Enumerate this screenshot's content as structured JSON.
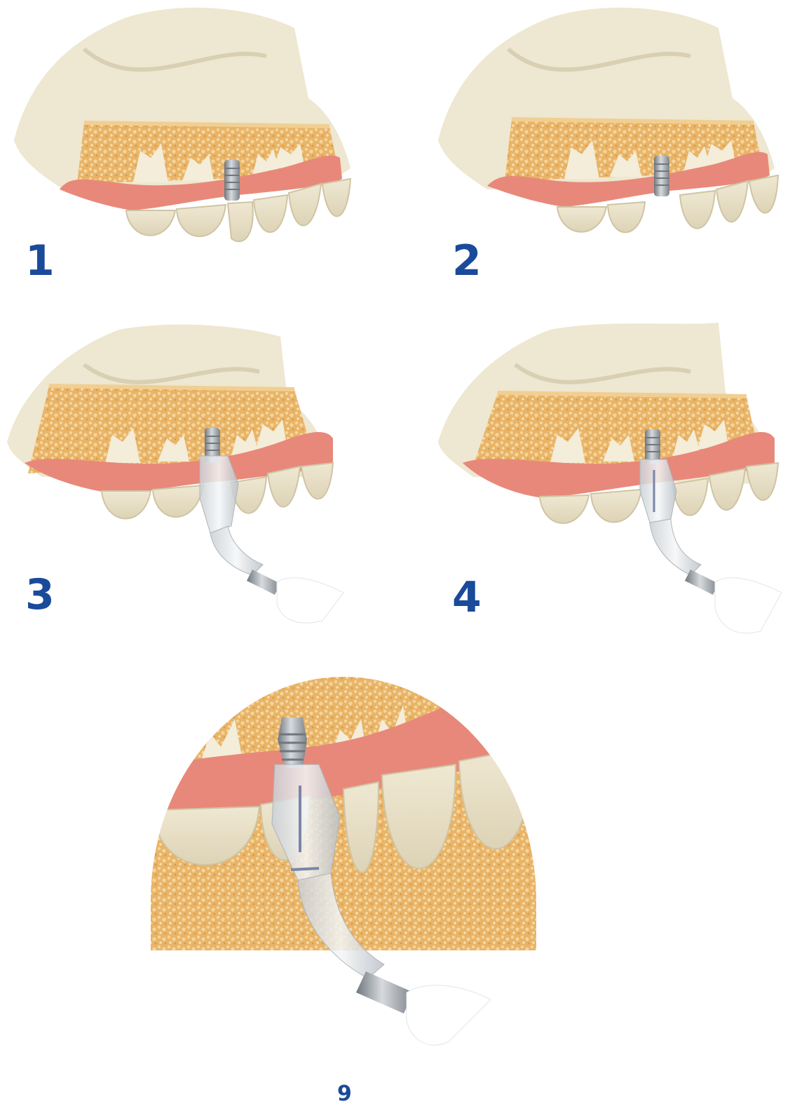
{
  "colors": {
    "bone": "#eee7d1",
    "bone_shade": "#d9cfb3",
    "cancellous": "#e9b467",
    "cancellous_dot": "#f4d59d",
    "cortex": "#f1cf92",
    "gum": "#e8887a",
    "gum_dark": "#cf6c60",
    "tooth": "#f3edd9",
    "tooth_shade": "#ddd3b6",
    "implant": "#9aa1a7",
    "implant_dark": "#6f767d",
    "instrument": "#dfe3e6",
    "label": "#1a4a9a"
  },
  "panels": [
    {
      "label": "1",
      "instrument": false,
      "icon": "implant-in-jaw"
    },
    {
      "label": "2",
      "instrument": false,
      "icon": "implant-in-jaw"
    },
    {
      "label": "3",
      "instrument": true,
      "icon": "implant-with-insertion-tool"
    },
    {
      "label": "4",
      "instrument": true,
      "icon": "implant-with-insertion-tool"
    },
    {
      "label": "9",
      "instrument": true,
      "icon": "close-up-implant-insertion"
    }
  ]
}
